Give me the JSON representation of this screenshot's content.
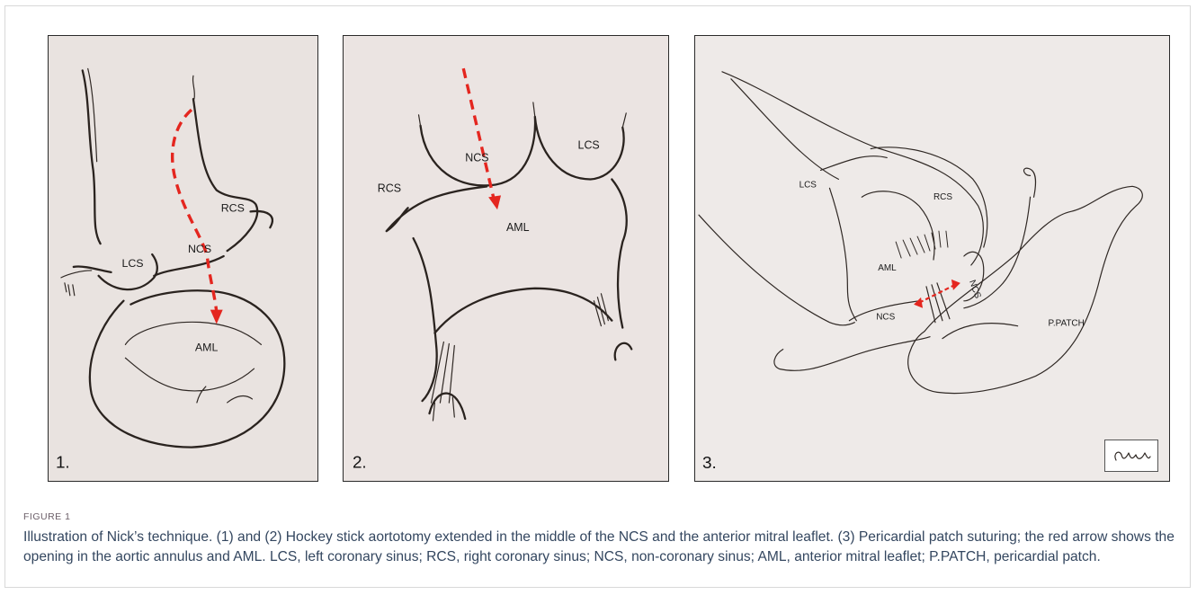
{
  "panels": [
    {
      "number": "1.",
      "labels": {
        "rcs": "RCS",
        "ncs": "NCS",
        "lcs": "LCS",
        "aml": "AML"
      }
    },
    {
      "number": "2.",
      "labels": {
        "ncs": "NCS",
        "lcs": "LCS",
        "rcs": "RCS",
        "aml": "AML"
      }
    },
    {
      "number": "3.",
      "labels": {
        "lcs": "LCS",
        "rcs": "RCS",
        "aml": "AML",
        "ncs_vertical": "NCS",
        "ncs_bottom": "NCS",
        "patch": "P.PATCH"
      }
    }
  ],
  "caption": {
    "label": "FIGURE 1",
    "text": "Illustration of Nick’s technique. (1) and (2) Hockey stick aortotomy extended in the middle of the NCS and the anterior mitral leaflet. (3) Pericardial patch suturing; the red arrow shows the opening in the aortic annulus and AML. LCS, left coronary sinus; RCS, right coronary sinus; NCS, non-coronary sinus; AML, anterior mitral leaflet; P.PATCH, pericardial patch."
  },
  "colors": {
    "arrow": "#e4261f",
    "caption_text": "#33465f",
    "caption_label": "#6b5e68"
  }
}
